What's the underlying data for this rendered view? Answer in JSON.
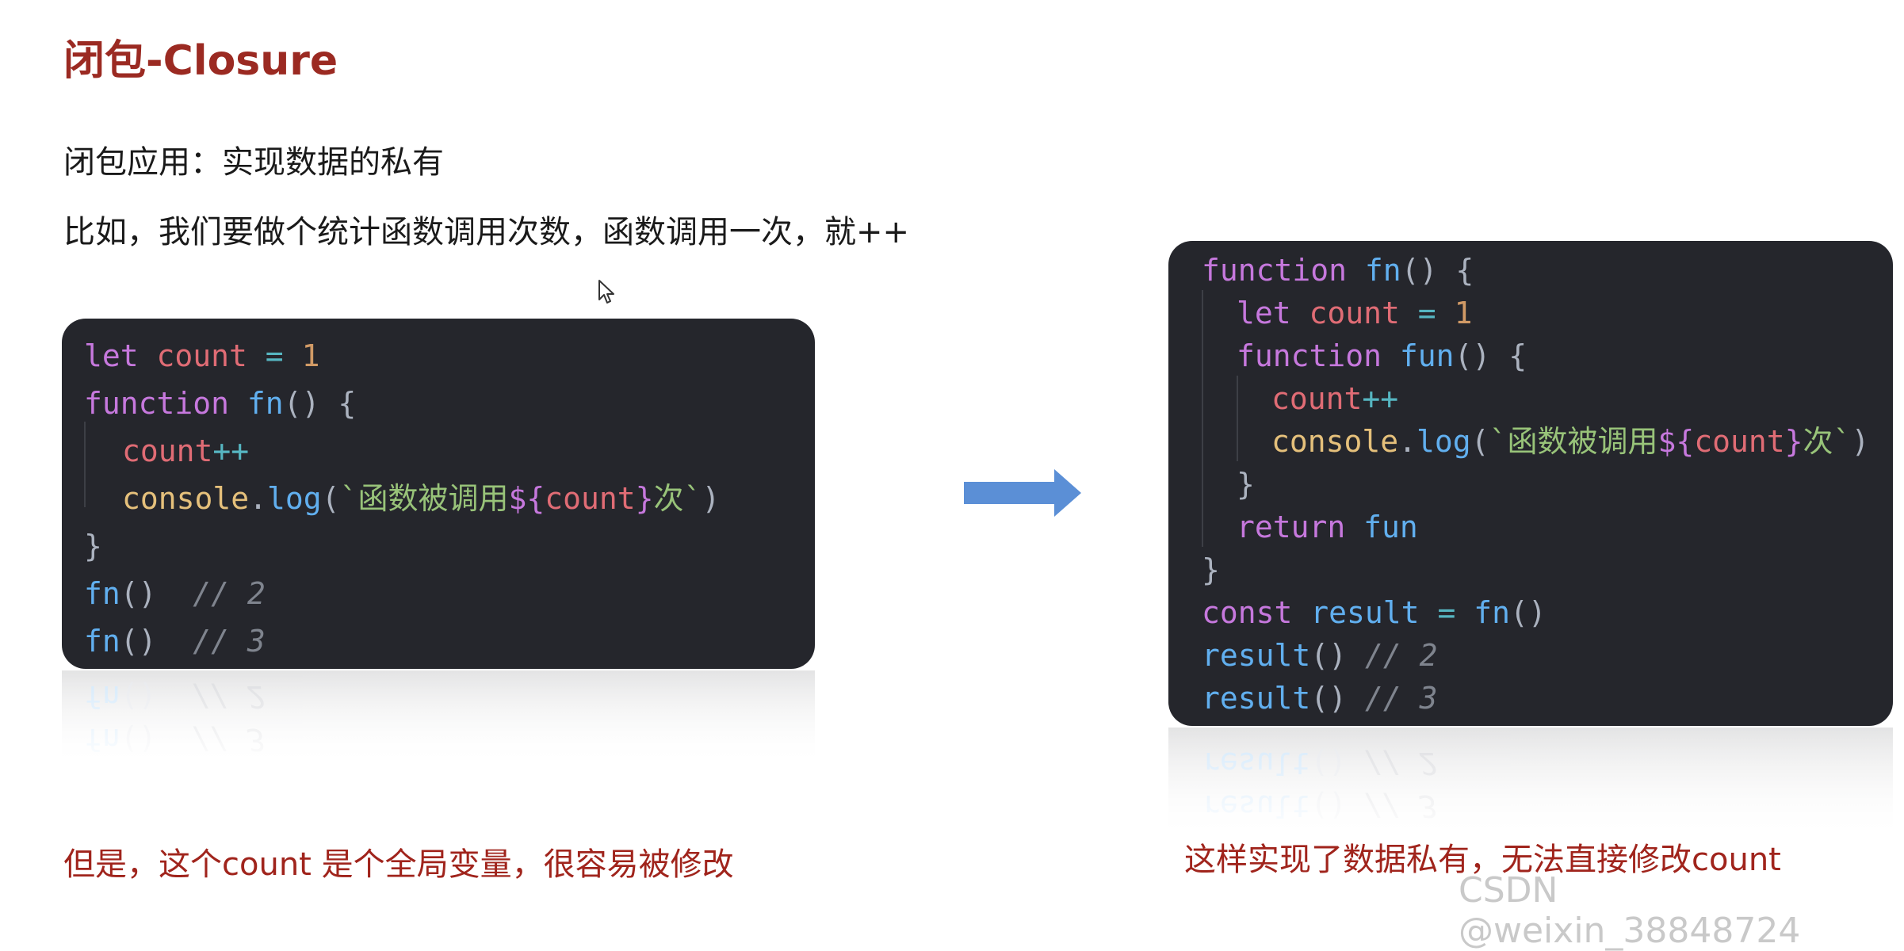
{
  "title": "闭包-Closure",
  "intro": {
    "line1": "闭包应用：实现数据的私有",
    "line2": "比如，我们要做个统计函数调用次数，函数调用一次，就++"
  },
  "left_code": {
    "l1": {
      "kw": "let",
      "var": "count",
      "op": " = ",
      "num": "1"
    },
    "l2": {
      "kw": "function",
      "fn": "fn",
      "rest": "() {"
    },
    "l3": {
      "var": "count",
      "op": "++"
    },
    "l4": {
      "obj": "console",
      "dot": ".",
      "fn": "log",
      "p1": "(",
      "tick1": "`",
      "str1": "函数被调用",
      "tpl_open": "${",
      "var": "count",
      "tpl_close": "}",
      "str2": "次",
      "tick2": "`",
      "p2": ")"
    },
    "l5": "}",
    "l6": {
      "fn": "fn",
      "rest": "()",
      "cm": "// 2"
    },
    "l7": {
      "fn": "fn",
      "rest": "()",
      "cm": "// 3"
    }
  },
  "right_code": {
    "l1": {
      "kw": "function",
      "fn": "fn",
      "rest": "() {"
    },
    "l2": {
      "kw": "let",
      "var": "count",
      "op": " = ",
      "num": "1"
    },
    "l3": {
      "kw": "function",
      "fn": "fun",
      "rest": "() {"
    },
    "l4": {
      "var": "count",
      "op": "++"
    },
    "l5": {
      "obj": "console",
      "dot": ".",
      "fn": "log",
      "p1": "(",
      "tick1": "`",
      "str1": "函数被调用",
      "tpl_open": "${",
      "var": "count",
      "tpl_close": "}",
      "str2": "次",
      "tick2": "`",
      "p2": ")"
    },
    "l6": "}",
    "l7": {
      "kw": "return",
      "fn": "fun"
    },
    "l8": "}",
    "l9": {
      "kw": "const",
      "var": "result",
      "op": " = ",
      "fn": "fn",
      "rest": "()"
    },
    "l10": {
      "fn": "result",
      "rest": "()",
      "cm": "// 2"
    },
    "l11": {
      "fn": "result",
      "rest": "()",
      "cm": "// 3"
    }
  },
  "notes": {
    "left": "但是，这个count 是个全局变量，很容易被修改",
    "right": "这样实现了数据私有，无法直接修改count"
  },
  "watermark": "CSDN @weixin_38848724",
  "icons": {
    "arrow": "right-arrow-icon",
    "cursor": "mouse-cursor-icon"
  },
  "colors": {
    "title": "#9b2a22",
    "note": "#a0241c",
    "code_bg": "#25262c",
    "keyword": "#c678dd",
    "variable": "#e06c75",
    "number": "#d19a66",
    "function": "#61afef",
    "string": "#98c379",
    "object": "#e5c07b",
    "comment": "#7f848e",
    "arrow": "#5b8fd6"
  }
}
